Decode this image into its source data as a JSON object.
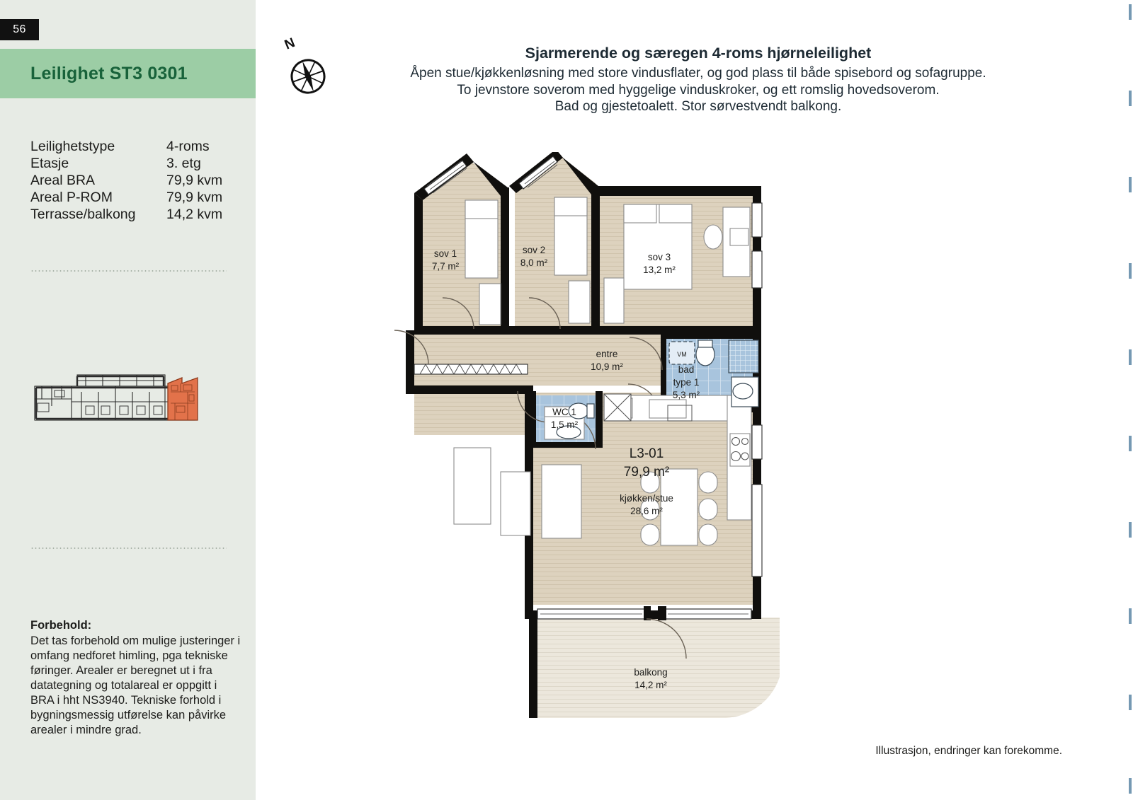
{
  "sidebar": {
    "page_number": "56",
    "title": "Leilighet ST3 0301",
    "specs": [
      {
        "label": "Leilighetstype",
        "value": "4-roms"
      },
      {
        "label": "Etasje",
        "value": "3. etg"
      },
      {
        "label": "Areal BRA",
        "value": "79,9 kvm"
      },
      {
        "label": "Areal P-ROM",
        "value": "79,9 kvm"
      },
      {
        "label": "Terrasse/balkong",
        "value": "14,2 kvm"
      }
    ],
    "keyplan_name": "key-plan-thumbnail",
    "disclaimer": {
      "heading": "Forbehold:",
      "body": "Det tas forbehold om mulige justeringer i omfang nedforet himling, pga tekniske føringer. Arealer er beregnet ut i fra datategning og totalareal er oppgitt i BRA i hht NS3940. Tekniske forhold i bygningsmessig utførelse kan påvirke arealer i mindre grad."
    }
  },
  "header": {
    "compass_label": "N",
    "headline": "Sjarmerende og særegen 4-roms hjørneleilighet",
    "lines": [
      "Åpen stue/kjøkkenløsning med store vindusflater, og god plass til både spisebord og sofagruppe.",
      "To jevnstore soverom med hyggelige vinduskroker, og ett romslig hovedsoverom.",
      "Bad og gjestetoalett. Stor sørvestvendt balkong."
    ]
  },
  "floorplan": {
    "unit_code": "L3-01",
    "unit_area": "79,9 m²",
    "appliance_label": "VM",
    "rooms": [
      {
        "name": "sov 1",
        "area": "7,7 m²"
      },
      {
        "name": "sov 2",
        "area": "8,0 m²"
      },
      {
        "name": "sov 3",
        "area": "13,2 m²"
      },
      {
        "name": "entre",
        "area": "10,9 m²"
      },
      {
        "name": "bad",
        "name2": "type 1",
        "area": "5,3 m²"
      },
      {
        "name": "WC 1",
        "area": "1,5 m²"
      },
      {
        "name": "kjøkken/stue",
        "area": "28,6 m²"
      },
      {
        "name": "balkong",
        "area": "14,2 m²"
      }
    ]
  },
  "footer": {
    "caption": "Illustrasjon, endringer kan forekomme."
  },
  "colors": {
    "sidebar_bg": "#e7ebe5",
    "band_green": "#9ccda5",
    "title_green": "#18623a",
    "badge_black": "#111111",
    "floor_beige": "#ddd2be",
    "balcony_beige": "#ece7dc",
    "wall_black": "#100f0d",
    "tile_blue": "#a8c4dd",
    "keyplan_orange": "#e2724a"
  }
}
